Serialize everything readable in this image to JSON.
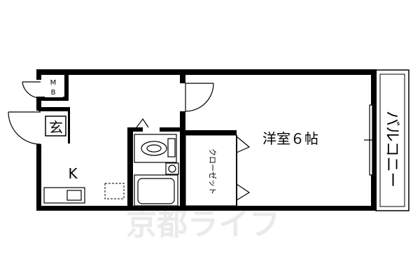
{
  "rooms": {
    "western_room": "洋室６帖",
    "closet": "クローゼット",
    "balcony": "バルコニー",
    "kitchen": "K",
    "entrance": "玄",
    "meter_box": "MB",
    "meter_box_top": "M",
    "meter_box_bottom": "B"
  },
  "watermark": "京都ライフ"
}
